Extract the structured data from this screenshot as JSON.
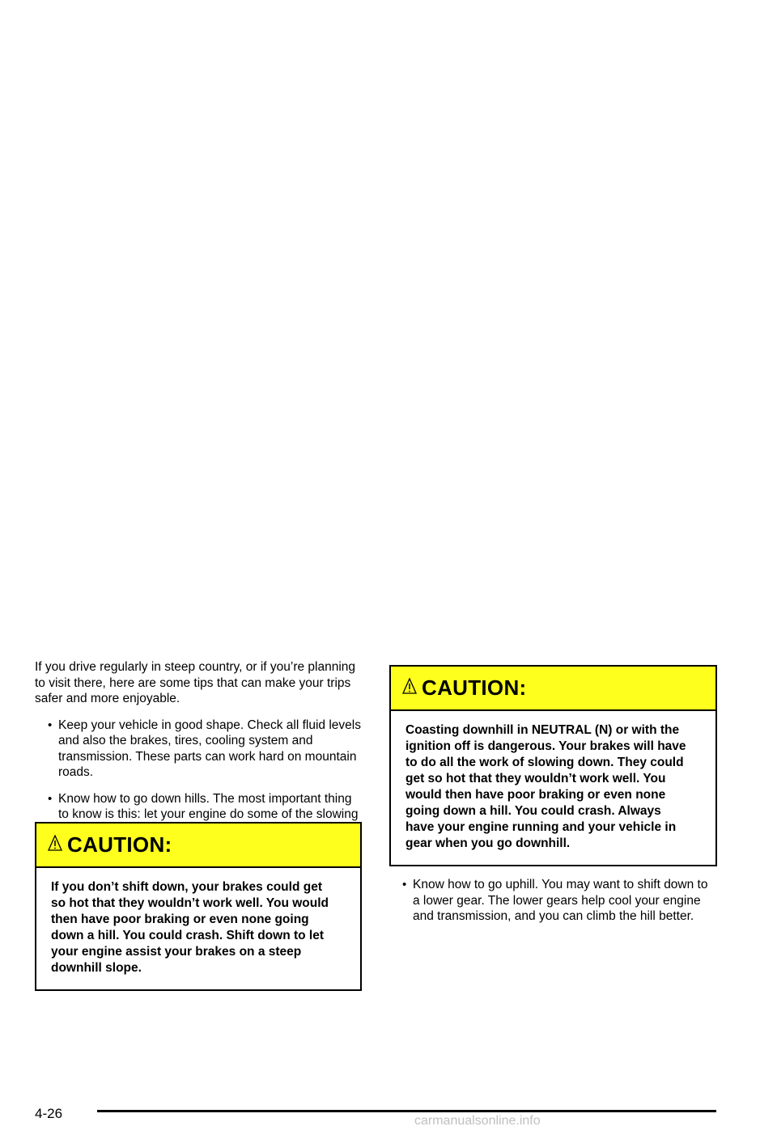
{
  "left": {
    "intro": "If you drive regularly in steep country, or if you’re planning to visit there, here are some tips that can make your trips safer and more enjoyable.",
    "bullets": [
      "Keep your vehicle in good shape. Check all fluid levels and also the brakes, tires, cooling system and transmission. These parts can work hard on mountain roads.",
      "Know how to go down hills. The most important thing to know is this: let your engine do some of the slowing down. Shift to a lower gear when you go down a steep or long hill."
    ],
    "caution": {
      "title": "CAUTION:",
      "body": "If you don’t shift down, your brakes could get so hot that they wouldn’t work well. You would then have poor braking or even none going down a hill. You could crash. Shift down to let your engine assist your brakes on a steep downhill slope."
    }
  },
  "right": {
    "caution": {
      "title": "CAUTION:",
      "body": "Coasting downhill in NEUTRAL (N) or with the ignition off is dangerous. Your brakes will have to do all the work of slowing down. They could get so hot that they wouldn’t work well. You would then have poor braking or even none going down a hill. You could crash. Always have your engine running and your vehicle in gear when you go downhill."
    },
    "bullets": [
      "Know how to go uphill. You may want to shift down to a lower gear. The lower gears help cool your engine and transmission, and you can climb the hill better."
    ]
  },
  "footer": {
    "page_number": "4-26",
    "watermark": "carmanualsonline.info"
  },
  "colors": {
    "caution_header": "#ffff1e",
    "watermark": "#c0c0c0"
  },
  "icons": {
    "caution": "warning-triangle-icon",
    "bullet": "bullet-dot"
  }
}
